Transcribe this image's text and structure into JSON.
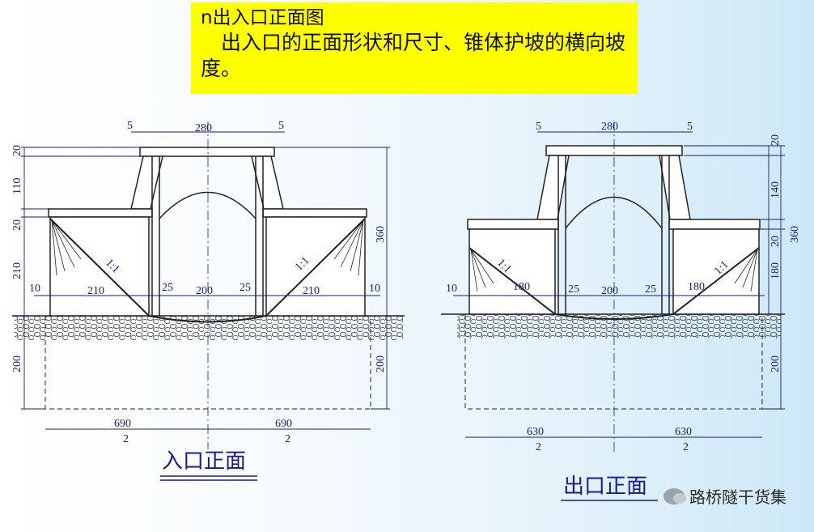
{
  "title": "n出入口正面图",
  "description": "出入口的正面形状和尺寸、锥体护坡的横向坡度。",
  "inlet": {
    "caption": "入口正面",
    "dims": {
      "top_width": "280",
      "top_side_left": "5",
      "top_side_right": "5",
      "h_top": "20",
      "h_wall": "110",
      "h_cap": "20",
      "h_lower": "210",
      "h_total": "360",
      "h_found_left": "200",
      "h_found_right": "200",
      "edge_left": "10",
      "cone_left": "210",
      "wall_left": "25",
      "opening": "200",
      "wall_right": "25",
      "cone_right": "210",
      "edge_right": "10",
      "half_left_num": "690",
      "half_left_den": "2",
      "half_right_num": "690",
      "half_right_den": "2",
      "slope_left": "1:1",
      "slope_right": "1:1"
    }
  },
  "outlet": {
    "caption": "出口正面",
    "dims": {
      "top_width": "280",
      "top_side_left": "5",
      "top_side_right": "5",
      "h_top": "20",
      "h_wall": "140",
      "h_cap": "20",
      "h_lower": "180",
      "h_total": "360",
      "h_found": "200",
      "edge_left": "10",
      "cone_left": "180",
      "wall_left": "25",
      "opening": "200",
      "wall_right": "25",
      "cone_right": "180",
      "half_left_num": "630",
      "half_left_den": "2",
      "half_right_num": "630",
      "half_right_den": "2",
      "slope_left": "1:1",
      "slope_right": "1:1"
    }
  },
  "watermark": "路桥隧干货集"
}
